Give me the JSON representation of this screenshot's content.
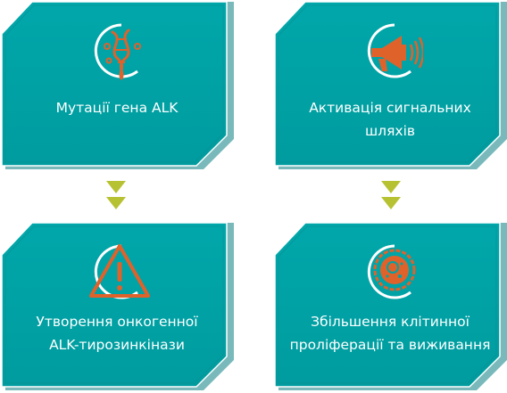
{
  "colors": {
    "card_fill": "#00a3a6",
    "card_border": "#0c8a8f",
    "icon_orange": "#e0622b",
    "icon_ring": "#ffffff",
    "arrow": "#b7c232"
  },
  "cards": [
    {
      "label": "Мутації гена ALK",
      "icon": "dna-icon"
    },
    {
      "label": "Активація сигнальних шляхів",
      "icon": "megaphone-icon"
    },
    {
      "label": "Утворення онкогенної ALK-тирозинкінази",
      "icon": "warning-triangle-icon"
    },
    {
      "label": "Збільшення клітинної проліферації та виживання",
      "icon": "cell-icon"
    }
  ],
  "labels": {
    "c1": "Мутації гена ALK",
    "c2_line1": "Активація сигнальних",
    "c2_line2": "шляхів",
    "c3_line1": "Утворення онкогенної",
    "c3_line2": "ALK-тирозинкінази",
    "c4_line1": "Збільшення клітинної",
    "c4_line2": "проліферації та виживання"
  }
}
